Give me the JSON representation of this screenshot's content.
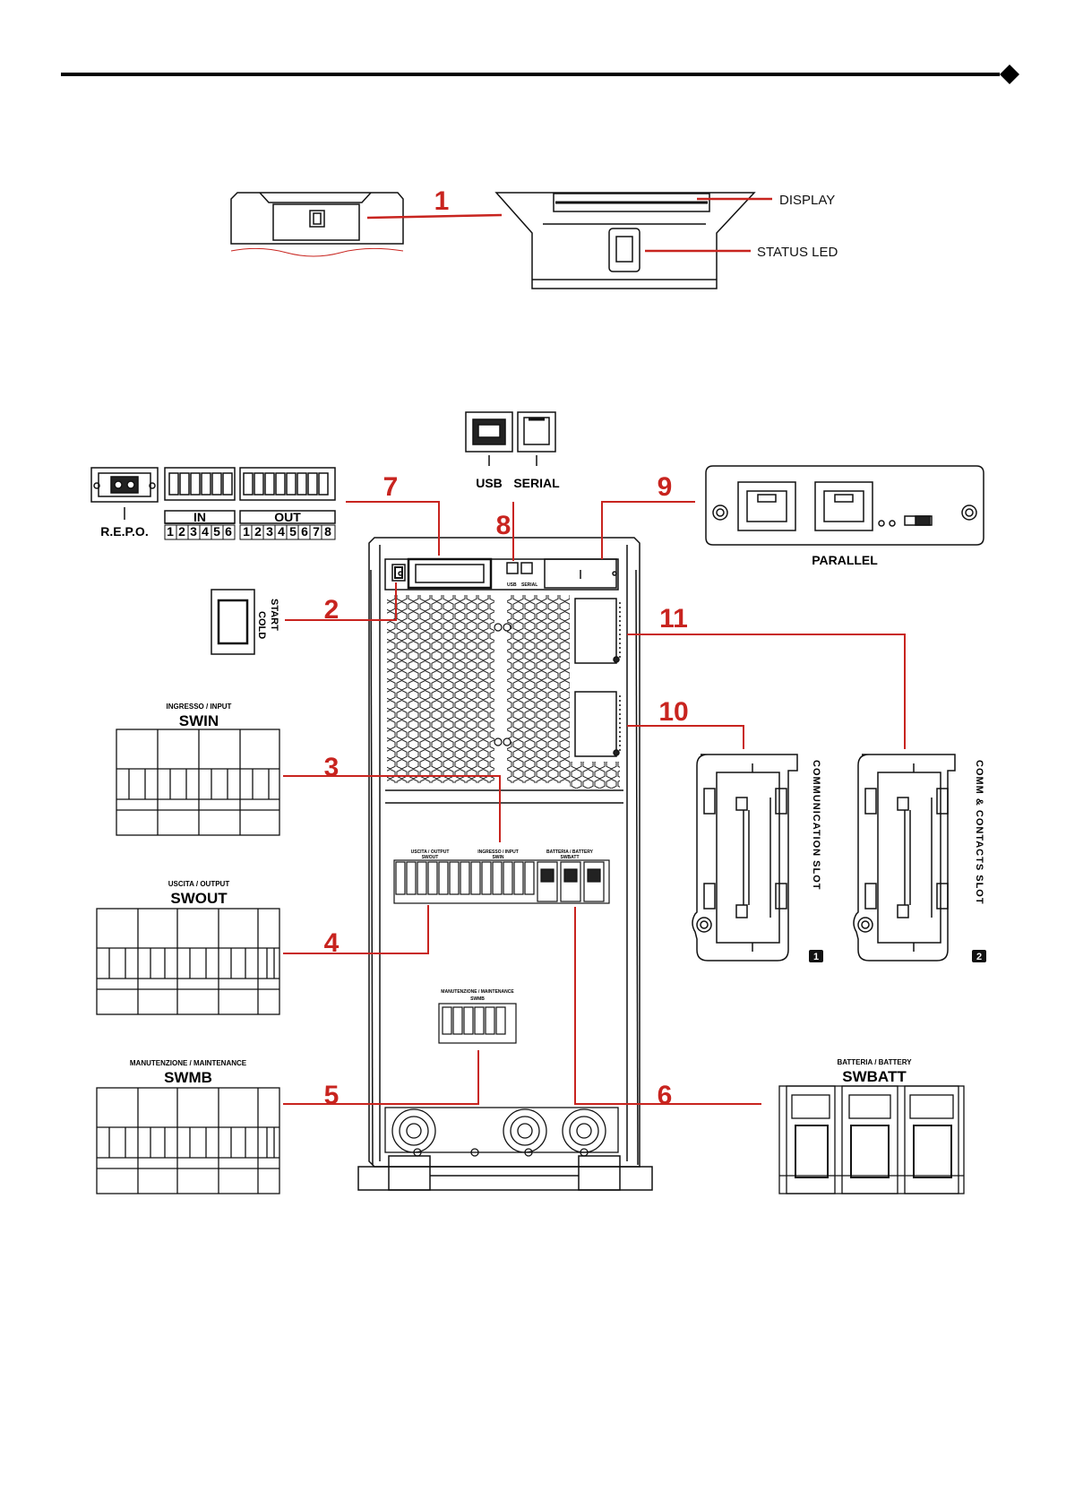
{
  "colors": {
    "callout": "#c8241f",
    "ink": "#111111"
  },
  "callouts": [
    "1",
    "2",
    "3",
    "4",
    "5",
    "6",
    "7",
    "8",
    "9",
    "10",
    "11"
  ],
  "front_panel": {
    "display": "DISPLAY",
    "status_led": "STATUS LED"
  },
  "ports": {
    "usb": "USB",
    "serial": "SERIAL",
    "repo": "R.E.P.O.",
    "in": "IN",
    "out": "OUT",
    "in_pins": [
      "1",
      "2",
      "3",
      "4",
      "5",
      "6"
    ],
    "out_pins": [
      "1",
      "2",
      "3",
      "4",
      "5",
      "6",
      "7",
      "8"
    ],
    "parallel": "PARALLEL",
    "usb_small": "USB",
    "serial_small": "SERIAL"
  },
  "cold_start": {
    "line1": "COLD",
    "line2": "START"
  },
  "switches": {
    "swin": {
      "sub": "INGRESSO / INPUT",
      "title": "SWIN"
    },
    "swout": {
      "sub": "USCITA / OUTPUT",
      "title": "SWOUT"
    },
    "swmb": {
      "sub": "MANUTENZIONE / MAINTENANCE",
      "title": "SWMB"
    },
    "swbatt": {
      "sub": "BATTERIA / BATTERY",
      "title": "SWBATT"
    }
  },
  "slots": {
    "slot1": {
      "label": "COMMUNICATION SLOT",
      "badge": "1"
    },
    "slot2": {
      "label": "COMM & CONTACTS SLOT",
      "badge": "2"
    }
  }
}
